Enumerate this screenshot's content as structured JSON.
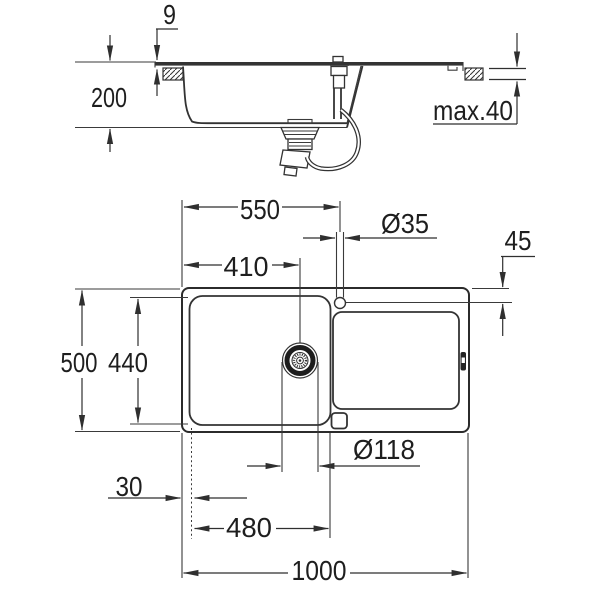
{
  "diagram_title": "sink-installation-dimension-drawing",
  "dims": {
    "d9": "9",
    "d200": "200",
    "dmax40": "max.40",
    "d550": "550",
    "d35": "Ø35",
    "d45": "45",
    "d410": "410",
    "d500": "500",
    "d440": "440",
    "d118": "Ø118",
    "d30": "30",
    "d480": "480",
    "d1000": "1000"
  },
  "colors": {
    "line": "#333333",
    "text": "#1e1e1e",
    "background": "#ffffff"
  }
}
